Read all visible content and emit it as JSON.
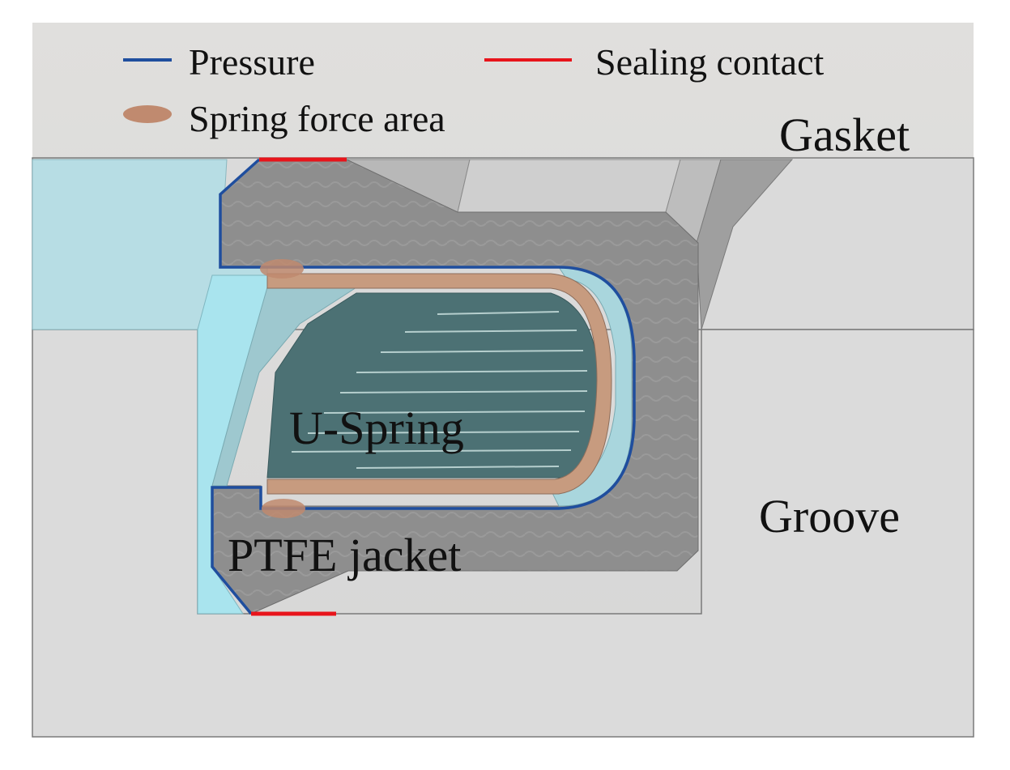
{
  "legend": {
    "pressure": "Pressure",
    "sealing": "Sealing contact",
    "spring_area": "Spring force area"
  },
  "labels": {
    "gasket": "Gasket",
    "groove": "Groove",
    "u_spring": "U-Spring",
    "ptfe": "PTFE jacket"
  },
  "colors": {
    "pressure": "#1f4e9e",
    "sealing": "#e8141b",
    "spring_area": "#c08a6f",
    "jacket": "#8c8c8c",
    "spring": "#4e7478",
    "fluid": "#b8dfe6",
    "background": "#dcdcdc"
  }
}
